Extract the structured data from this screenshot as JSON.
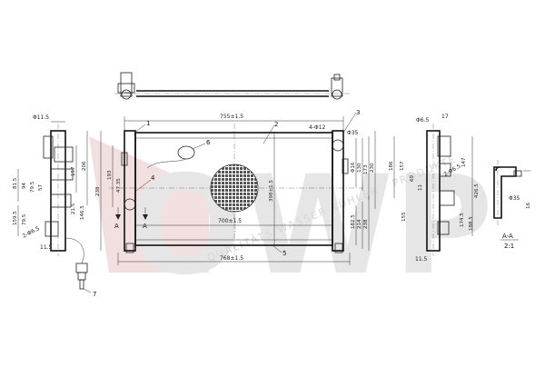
{
  "watermark": {
    "brand": "OWP",
    "tagline": "QUALITÄTS WASSER-KÜHLER · PRODUKTE"
  },
  "callouts": [
    "1",
    "2",
    "3",
    "4",
    "5",
    "6",
    "7"
  ],
  "main_dims": {
    "top_width": "755±1.5",
    "core_width": "700±1.5",
    "bottom_width": "768±1.5",
    "holes": "4-Φ12",
    "hole_dia": "Φ35",
    "core_height": "398±1.5",
    "left_height": "238",
    "left_inner": "193",
    "left_a": "47.35",
    "right_h1": "130",
    "right_h2": "173",
    "right_h3": "230",
    "right_h4": "182.5",
    "right_h5": "214",
    "right_h6": "238",
    "right_small": "Φ16"
  },
  "left_dims": {
    "top_dia": "Φ11.5",
    "v1": "206",
    "v2": "157",
    "v3": "81.5",
    "v4": "94",
    "v5": "79.5",
    "v6": "57",
    "v7": "159.5",
    "v8": "79.5",
    "holes": "2-Φ6.5",
    "v9": "21.5",
    "v10": "146.5",
    "bottom": "11.5"
  },
  "right_dims": {
    "top_dia": "Φ6.5",
    "top_w": "17",
    "v1": "186",
    "v2": "157",
    "v3": "69",
    "v4": "11",
    "v5": "155",
    "v6": "147",
    "v7": "426.5",
    "holes": "2-Φ6.5",
    "v8": "174.5",
    "v9": "188.5",
    "bottom": "11.5"
  },
  "section": {
    "dia": "Φ35",
    "width": "16",
    "title": "A-A",
    "scale": "2:1"
  },
  "section_marks": {
    "a_left": "A",
    "a_right": "A"
  }
}
